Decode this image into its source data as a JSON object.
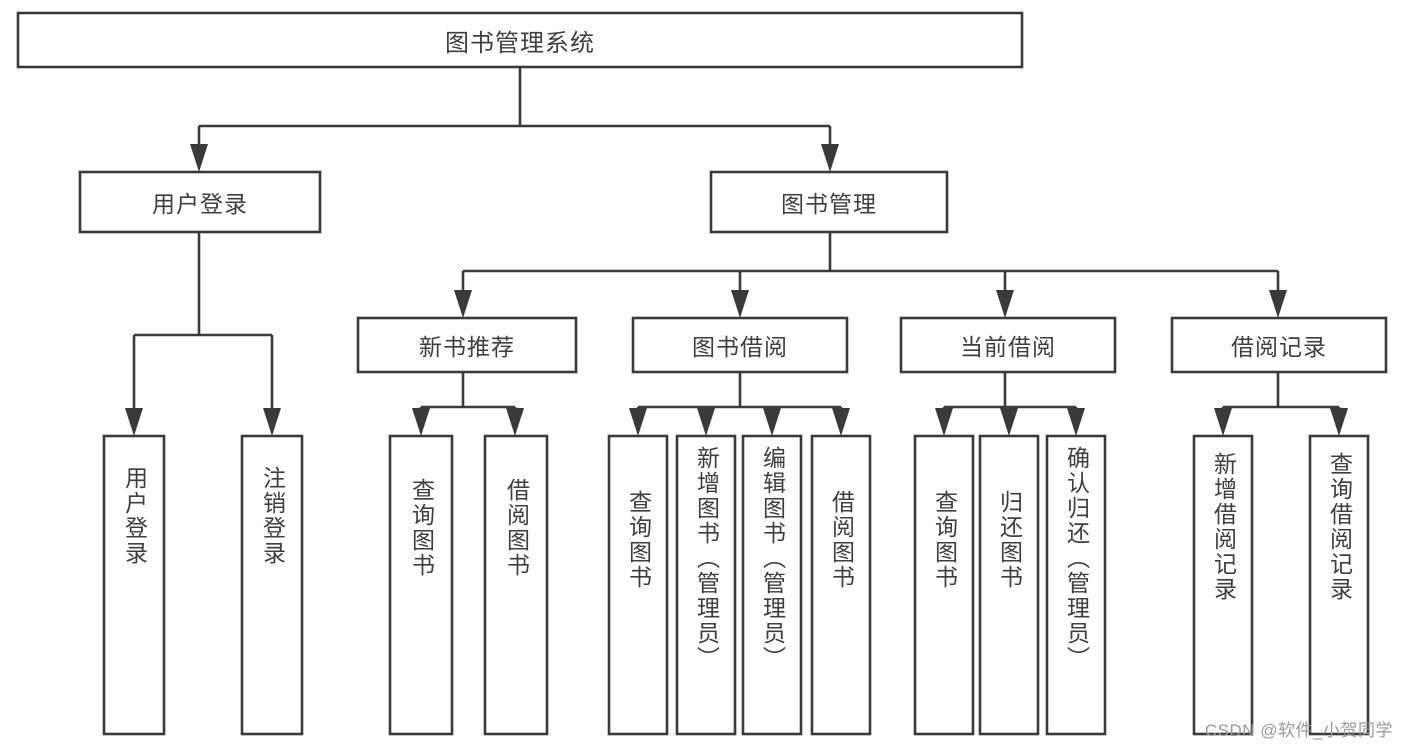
{
  "diagram": {
    "type": "hierarchy-tree",
    "title": "图书管理系统",
    "orientation": "top-down",
    "colors": {
      "box_stroke": "#3a3a3a",
      "box_fill": "#ffffff",
      "text": "#3f3f3f",
      "connector": "#3a3a3a",
      "background": "#ffffff",
      "watermark": "#9a9a9a"
    },
    "root": {
      "label": "图书管理系统"
    },
    "level2": [
      {
        "label": "用户登录"
      },
      {
        "label": "图书管理"
      }
    ],
    "level3": [
      {
        "label": "新书推荐"
      },
      {
        "label": "图书借阅"
      },
      {
        "label": "当前借阅"
      },
      {
        "label": "借阅记录"
      }
    ],
    "leaves": {
      "user_login": [
        {
          "label": "用户登录"
        },
        {
          "label": "注销登录"
        }
      ],
      "new_book_recommend": [
        {
          "label": "查询图书"
        },
        {
          "label": "借阅图书"
        }
      ],
      "book_borrow": [
        {
          "label": "查询图书"
        },
        {
          "label": "新增图书（管理员）"
        },
        {
          "label": "编辑图书（管理员）"
        },
        {
          "label": "借阅图书"
        }
      ],
      "current_borrow": [
        {
          "label": "查询图书"
        },
        {
          "label": "归还图书"
        },
        {
          "label": "确认归还（管理员）"
        }
      ],
      "borrow_record": [
        {
          "label": "新增借阅记录"
        },
        {
          "label": "查询借阅记录"
        }
      ]
    }
  },
  "watermark": {
    "text": "CSDN @软件_小贺同学"
  }
}
